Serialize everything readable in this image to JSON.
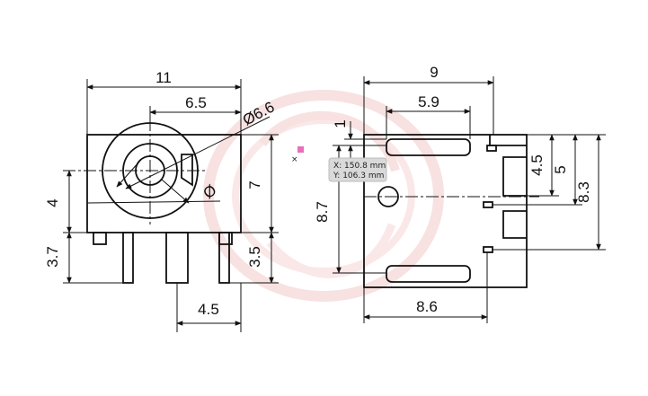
{
  "drawing": {
    "front_view": {
      "dim_width": "11",
      "dim_center_offset": "6.5",
      "dim_hole_diameter": "Ø6.6",
      "dim_inner_diameter": "Ø",
      "dim_height": "7",
      "dim_center_height": "4",
      "dim_pin_length": "3.7",
      "dim_pin_extension": "3.5",
      "dim_pin_spacing": "4.5"
    },
    "side_view": {
      "dim_depth": "9",
      "dim_pin_slot": "5.9",
      "dim_top_offset": "1",
      "dim_pin_row_1": "4.5",
      "dim_pin_row_2": "5",
      "dim_total_height": "8.3",
      "dim_slot_height": "8.7",
      "dim_bottom_width": "8.6"
    },
    "cursor_tooltip": {
      "x_readout": "X: 150.8 mm",
      "y_readout": "Y: 106.3 mm"
    },
    "colors": {
      "watermark": "#f3c9c9",
      "tooltip_bg": "#d9d9d9",
      "marker": "#e0329a"
    }
  }
}
